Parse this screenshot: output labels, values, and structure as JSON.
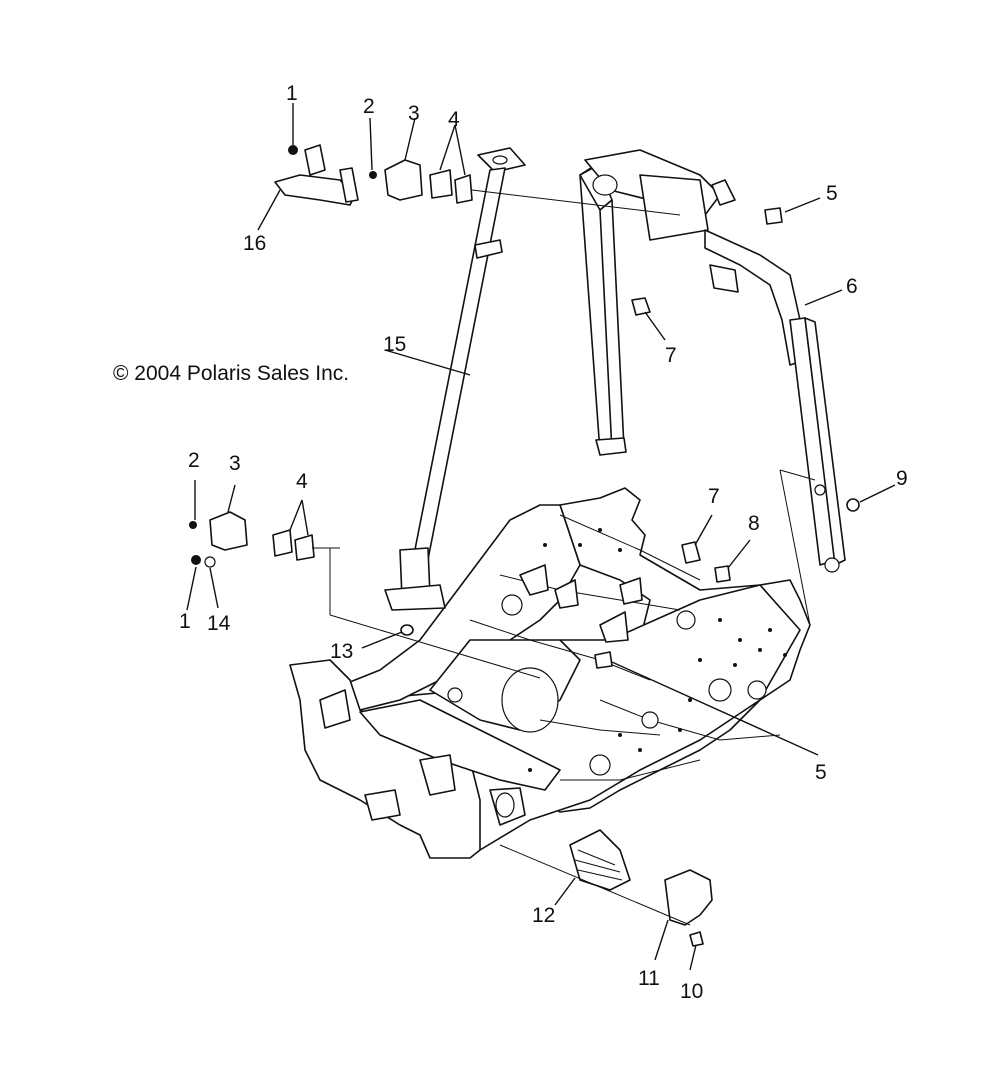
{
  "copyright": "© 2004 Polaris Sales Inc.",
  "callouts": {
    "c1_top": "1",
    "c2_top": "2",
    "c3_top": "3",
    "c4_top": "4",
    "c5_top": "5",
    "c6": "6",
    "c7_top": "7",
    "c15": "15",
    "c16": "16",
    "c9": "9",
    "c2_mid": "2",
    "c3_mid": "3",
    "c4_mid": "4",
    "c7_mid": "7",
    "c8": "8",
    "c1_mid": "1",
    "c14": "14",
    "c13": "13",
    "c5_mid": "5",
    "c12": "12",
    "c11": "11",
    "c10": "10"
  }
}
